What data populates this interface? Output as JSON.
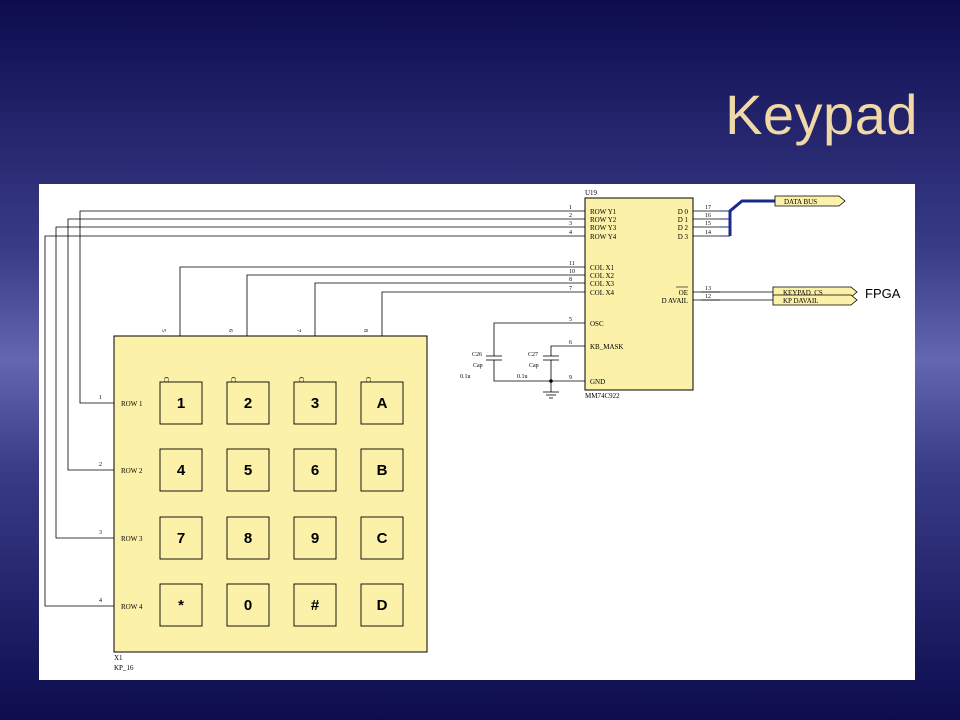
{
  "slide": {
    "title": "Keypad"
  },
  "chip": {
    "ref": "U19",
    "part": "MM74C922",
    "left_pins": [
      {
        "num": "1",
        "label": "ROW Y1"
      },
      {
        "num": "2",
        "label": "ROW Y2"
      },
      {
        "num": "3",
        "label": "ROW Y3"
      },
      {
        "num": "4",
        "label": "ROW Y4"
      },
      {
        "num": "11",
        "label": "COL X1"
      },
      {
        "num": "10",
        "label": "COL X2"
      },
      {
        "num": "8",
        "label": "COL X3"
      },
      {
        "num": "7",
        "label": "COL X4"
      },
      {
        "num": "5",
        "label": "OSC"
      },
      {
        "num": "6",
        "label": "KB_MASK"
      },
      {
        "num": "9",
        "label": "GND"
      }
    ],
    "right_pins": [
      {
        "num": "17",
        "label": "D 0"
      },
      {
        "num": "16",
        "label": "D 1"
      },
      {
        "num": "15",
        "label": "D 2"
      },
      {
        "num": "14",
        "label": "D 3"
      },
      {
        "num": "13",
        "label": "OE"
      },
      {
        "num": "12",
        "label": "D AVAIL"
      }
    ]
  },
  "ports": {
    "data_bus": "DATA BUS",
    "keypad_cs": "KEYPAD_CS",
    "kp_davail": "KP DAVAIL",
    "fpga": "FPGA"
  },
  "capacitors": [
    {
      "ref": "C26",
      "type": "Cap",
      "value": "0.1u"
    },
    {
      "ref": "C27",
      "type": "Cap",
      "value": "0.1u"
    }
  ],
  "keypad": {
    "ref": "X1",
    "part": "KP_16",
    "col_pins": [
      "5",
      "6",
      "7",
      "8"
    ],
    "row_pins": [
      "1",
      "2",
      "3",
      "4"
    ],
    "col_labels": [
      "COL 1",
      "COL 2",
      "COL 3",
      "COL 4"
    ],
    "row_labels": [
      "ROW 1",
      "ROW 2",
      "ROW 3",
      "ROW 4"
    ],
    "keys": [
      [
        "1",
        "2",
        "3",
        "A"
      ],
      [
        "4",
        "5",
        "6",
        "B"
      ],
      [
        "7",
        "8",
        "9",
        "C"
      ],
      [
        "*",
        "0",
        "#",
        "D"
      ]
    ]
  },
  "colors": {
    "keypad_fill": "#fbf1a8",
    "wire": "#000000",
    "bus": "#1a2a8a",
    "title": "#f0d9a6"
  }
}
